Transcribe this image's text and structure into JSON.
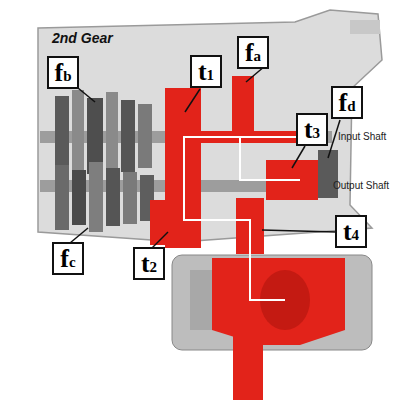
{
  "diagram": {
    "title": "2nd Gear",
    "nodes": [
      {
        "text": [
          "fa"
        ]
      },
      {
        "text": [
          "fb"
        ]
      },
      {
        "text": [
          "t1"
        ]
      },
      {
        "text": [
          "fd"
        ]
      },
      {
        "text": [
          "t3"
        ]
      },
      {
        "text": [
          "t4"
        ]
      },
      {
        "text": [
          "fc"
        ]
      },
      {
        "text": [
          "t2"
        ]
      }
    ],
    "edges": [],
    "labels": [
      "Input Shaft",
      "Output Shaft"
    ]
  }
}
